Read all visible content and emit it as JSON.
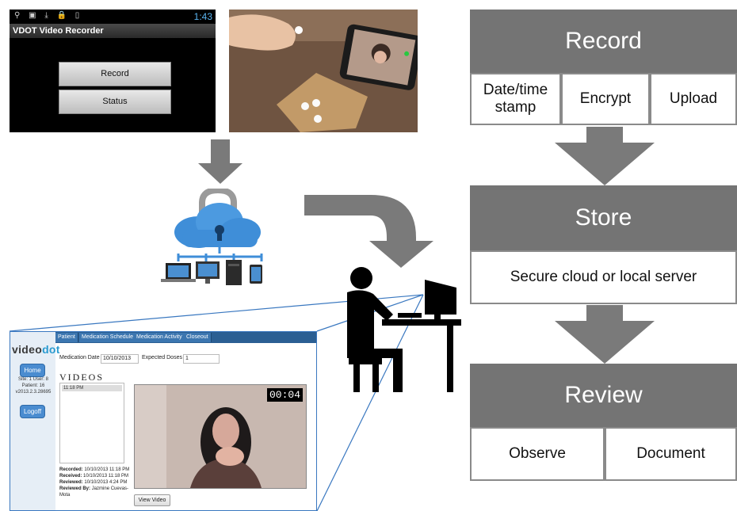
{
  "phone": {
    "time": "1:43",
    "status_icons": "⚲ ▣ ⤓ 🔒 ▯",
    "title": "VDOT Video Recorder",
    "record_button": "Record",
    "status_button": "Status"
  },
  "flow": {
    "record": {
      "title": "Record",
      "items": [
        "Date/time\nstamp",
        "Encrypt",
        "Upload"
      ]
    },
    "store": {
      "title": "Store",
      "detail": "Secure cloud or local server"
    },
    "review": {
      "title": "Review",
      "items": [
        "Observe",
        "Document"
      ]
    },
    "arrow_color": "#7a7a7a",
    "header_color": "#747474"
  },
  "webui": {
    "logo_prefix": "video",
    "logo_suffix": "dot",
    "home_button": "Home",
    "site_info": "Site: 1 User: 8 Patient: 16 v2013.2.3.28695",
    "logoff_button": "Logoff",
    "tabs": [
      "Patient",
      "Medication Schedule",
      "Medication Activity",
      "Closeout"
    ],
    "medication_date_label": "Medication Date",
    "medication_date_value": "10/10/2013",
    "expected_doses_label": "Expected Doses",
    "expected_doses_value": "1",
    "videos_title": "VIDEOS",
    "video_list_item": "11:18 PM",
    "recorded_label": "Recorded:",
    "recorded_value": "10/10/2013 11:18 PM",
    "received_label": "Received:",
    "received_value": "10/10/2013 11:18 PM",
    "reviewed_label": "Reviewed:",
    "reviewed_value": "10/10/2013 4:24 PM",
    "reviewed_by_label": "Reviewed By:",
    "reviewed_by_value": "Jazmine Cuevas-Mota",
    "timer": "00:04",
    "view_video_button": "View Video"
  }
}
